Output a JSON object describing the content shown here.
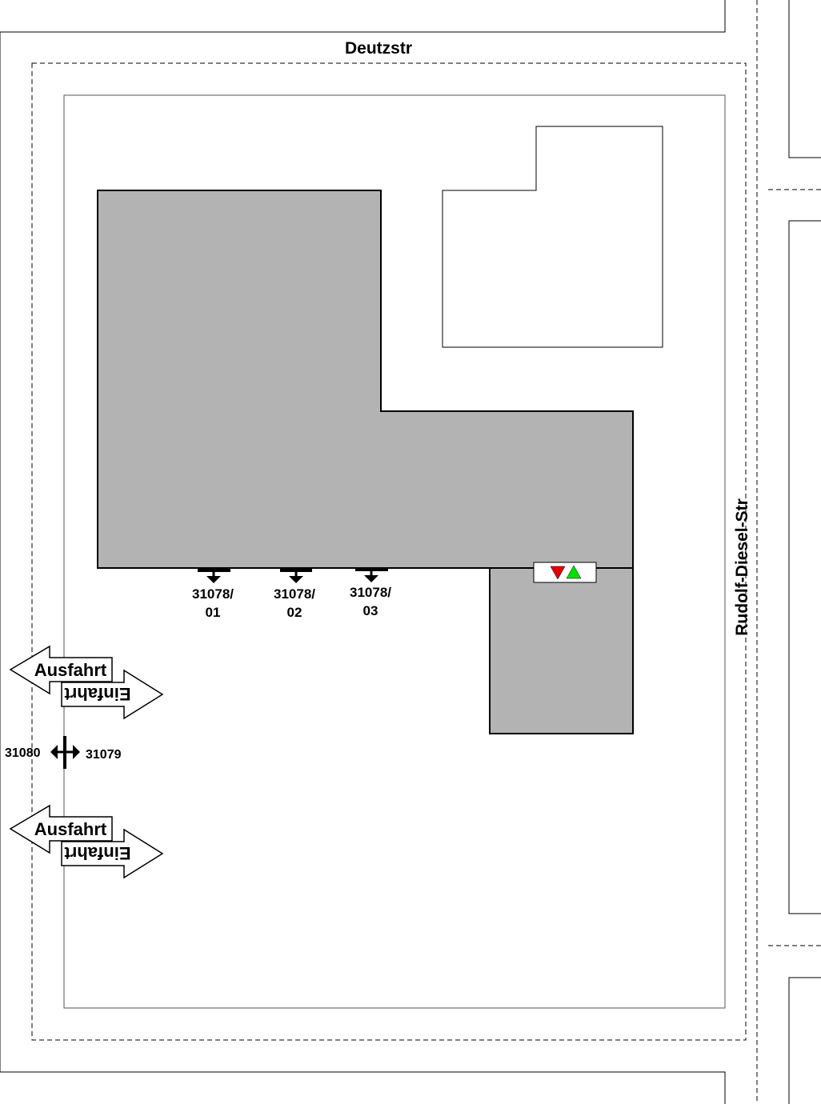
{
  "streets": {
    "top": "Deutzstr",
    "right": "Rudolf-Diesel-Str"
  },
  "docks": [
    {
      "line1": "31078/",
      "line2": "01"
    },
    {
      "line1": "31078/",
      "line2": "02"
    },
    {
      "line1": "31078/",
      "line2": "03"
    }
  ],
  "gates": [
    {
      "exit": "Ausfahrt",
      "entry": "Einfahrt"
    },
    {
      "exit": "Ausfahrt",
      "entry": "Einfahrt"
    }
  ],
  "gate_ids": {
    "left": "31080",
    "right": "31079"
  },
  "colors": {
    "building": "#b3b3b3",
    "signal_red": "#e00000",
    "signal_green": "#00e000"
  }
}
